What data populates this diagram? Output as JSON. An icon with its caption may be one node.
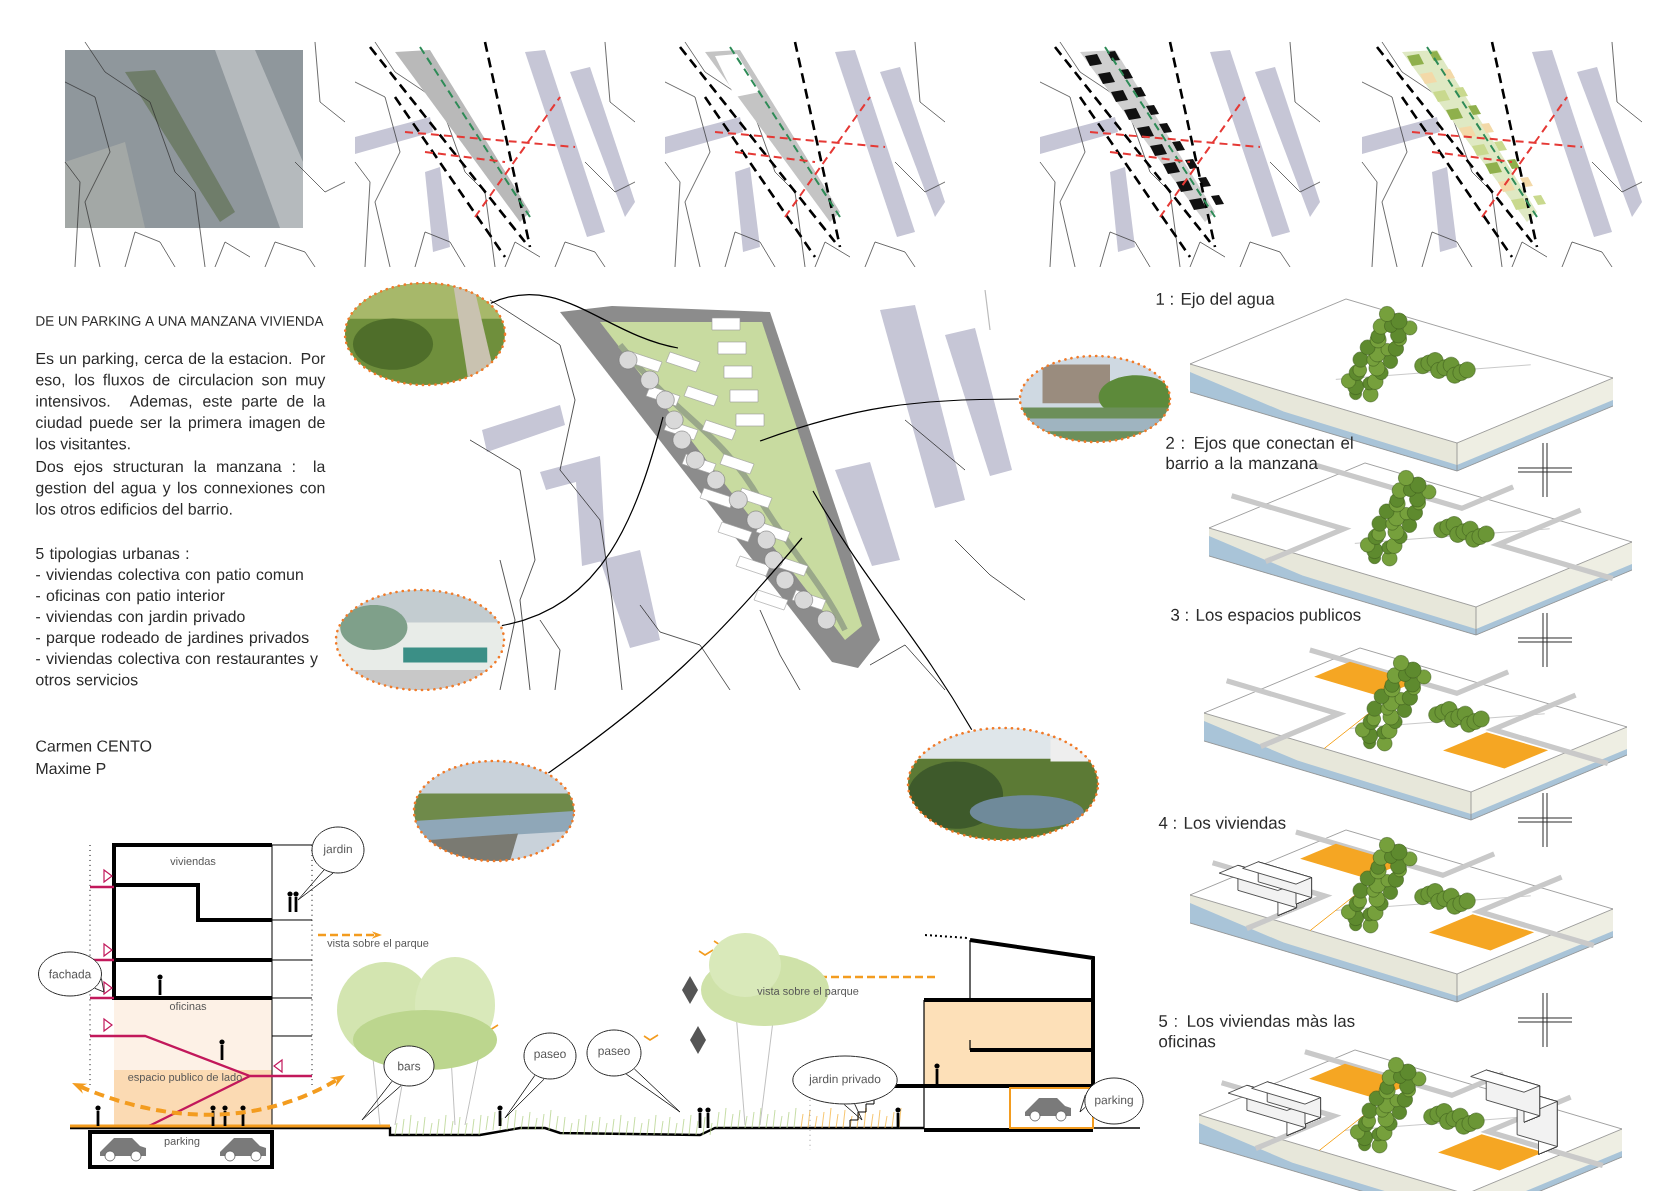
{
  "diagram": {
    "title": "DE UN PARKING A UNA MANZANA VIVIENDA",
    "nodes": [
      {
        "text": [],
        "shape": "picture"
      },
      {
        "text": [],
        "shape": "picture"
      },
      {
        "text": [],
        "shape": "picture"
      },
      {
        "text": [],
        "shape": "picture"
      },
      {
        "text": [],
        "shape": "picture"
      },
      {
        "text": [],
        "shape": "picture"
      },
      {
        "text": [
          "jardin"
        ]
      },
      {
        "text": [
          "fachada"
        ]
      },
      {
        "text": [
          "paseo"
        ]
      },
      {
        "text": [
          "paseo"
        ]
      },
      {
        "text": [
          "bars"
        ]
      },
      {
        "text": [
          "jardin privado"
        ]
      },
      {
        "text": [
          "parking"
        ]
      }
    ],
    "edges": [
      {
        "from": 1,
        "to": 0,
        "arrow": "none"
      },
      {
        "from": 2,
        "to": 0,
        "arrow": "none"
      },
      {
        "from": 3,
        "to": 0,
        "arrow": "none"
      },
      {
        "from": 4,
        "to": 0,
        "arrow": "none"
      },
      {
        "from": 5,
        "to": 0,
        "arrow": "none"
      }
    ],
    "labels": [
      "Es un parking, cerca de la estacion. Por eso, los fluxos de circulacion son muy intensivos. Ademas, este parte de la ciudad puede ser la primera imagen de los visitantes.",
      "Dos ejos structuran la manzana : la gestion del agua y los connexiones con los otros edificios del barrio.",
      "5 tipologias urbanas :",
      "- viviendas colectiva con patio comun",
      "- oficinas con patio interior",
      "- viviendas con jardin privado",
      "- parque rodeado de jardines privados",
      "- viviendas colectiva con restaurantes y otros servicios",
      "Carmen CENTO",
      "Maxime P",
      "1 : Ejo del agua",
      "2 : Ejos que conectan el barrio a la manzana",
      "3 : Los espacios publicos",
      "4 : Los viviendas",
      "5 : Los viviendas màs las oficinas",
      "viviendas",
      "oficinas",
      "espacio publico de lado",
      "parking",
      "vista sobre el parque",
      "vista sobre el parque"
    ]
  }
}
